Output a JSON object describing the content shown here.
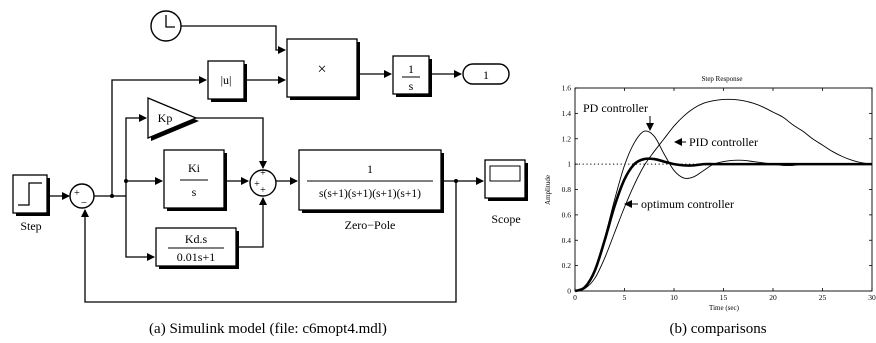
{
  "model": {
    "step_label": "Step",
    "sum_signs": {
      "plus": "+",
      "minus": "−"
    },
    "abs_block": "|u|",
    "product_symbol": "×",
    "integrator": {
      "num": "1",
      "den": "s"
    },
    "outport": "1",
    "kp_label": "Kp",
    "ki_block": {
      "num": "Ki",
      "den": "s"
    },
    "kd_block": {
      "num": "Kd.s",
      "den": "0.01s+1"
    },
    "sum3_signs": "+",
    "plant": {
      "num": "1",
      "den": "s(s+1)(s+1)(s+1)(s+1)",
      "label": "Zero−Pole"
    },
    "scope_label": "Scope",
    "caption": "(a) Simulink model (file: c6mopt4.mdl)"
  },
  "plot": {
    "caption": "(b) comparisons",
    "annotations": {
      "pd": "PD controller",
      "pid": "PID controller",
      "opt": "optimum controller"
    }
  },
  "chart_data": {
    "type": "line",
    "title": "Step Response",
    "xlabel": "Time (sec)",
    "ylabel": "Amplitude",
    "xlim": [
      0,
      30
    ],
    "ylim": [
      0,
      1.6
    ],
    "xticks": [
      0,
      5,
      10,
      15,
      20,
      25,
      30
    ],
    "yticks": [
      0,
      0.2,
      0.4,
      0.6,
      0.8,
      1,
      1.2,
      1.4,
      1.6
    ],
    "xtick_labels": [
      "0",
      "5",
      "10",
      "15",
      "20",
      "25",
      "30"
    ],
    "ytick_labels": [
      "0",
      "0.2",
      "0.4",
      "0.6",
      "0.8",
      "1",
      "1.2",
      "1.4",
      "1.6"
    ],
    "reference_line": {
      "y": 1,
      "style": "dotted"
    },
    "series": [
      {
        "style": "thin",
        "x": [
          0,
          1,
          2,
          3,
          4,
          5,
          6,
          7,
          8,
          9,
          10,
          11,
          12,
          13,
          14,
          15,
          16,
          17,
          18,
          19,
          20,
          21,
          22,
          23,
          24,
          25,
          26,
          27,
          28,
          29,
          30
        ],
        "y": [
          0,
          0.03,
          0.17,
          0.42,
          0.72,
          0.99,
          1.17,
          1.26,
          1.22,
          1.08,
          0.95,
          0.89,
          0.9,
          0.95,
          1.0,
          1.02,
          1.03,
          1.03,
          1.02,
          1.01,
          1.0,
          0.99,
          0.99,
          1.0,
          1.0,
          1.0,
          1.0,
          1.0,
          1.0,
          1.0,
          1.0
        ]
      },
      {
        "style": "thin",
        "x": [
          0,
          1,
          2,
          3,
          4,
          5,
          6,
          7,
          8,
          9,
          10,
          11,
          12,
          13,
          14,
          15,
          16,
          17,
          18,
          19,
          20,
          21,
          22,
          23,
          24,
          25,
          26,
          27,
          28,
          29,
          30
        ],
        "y": [
          0,
          0.02,
          0.1,
          0.26,
          0.46,
          0.66,
          0.84,
          0.99,
          1.1,
          1.2,
          1.3,
          1.38,
          1.44,
          1.48,
          1.5,
          1.51,
          1.51,
          1.5,
          1.48,
          1.45,
          1.41,
          1.37,
          1.31,
          1.26,
          1.2,
          1.15,
          1.1,
          1.06,
          1.03,
          1.01,
          1.0
        ]
      },
      {
        "style": "thick",
        "x": [
          0,
          1,
          2,
          3,
          4,
          5,
          6,
          7,
          8,
          9,
          10,
          11,
          12,
          13,
          14,
          15,
          16,
          17,
          18,
          19,
          20,
          21,
          22,
          23,
          24,
          25,
          26,
          27,
          28,
          29,
          30
        ],
        "y": [
          0,
          0.03,
          0.16,
          0.4,
          0.67,
          0.88,
          1.0,
          1.04,
          1.04,
          1.02,
          1.0,
          0.99,
          0.99,
          1.0,
          1.0,
          1.0,
          1.0,
          1.0,
          1.0,
          1.0,
          1.0,
          1.0,
          1.0,
          1.0,
          1.0,
          1.0,
          1.0,
          1.0,
          1.0,
          1.0,
          1.0
        ]
      }
    ]
  }
}
